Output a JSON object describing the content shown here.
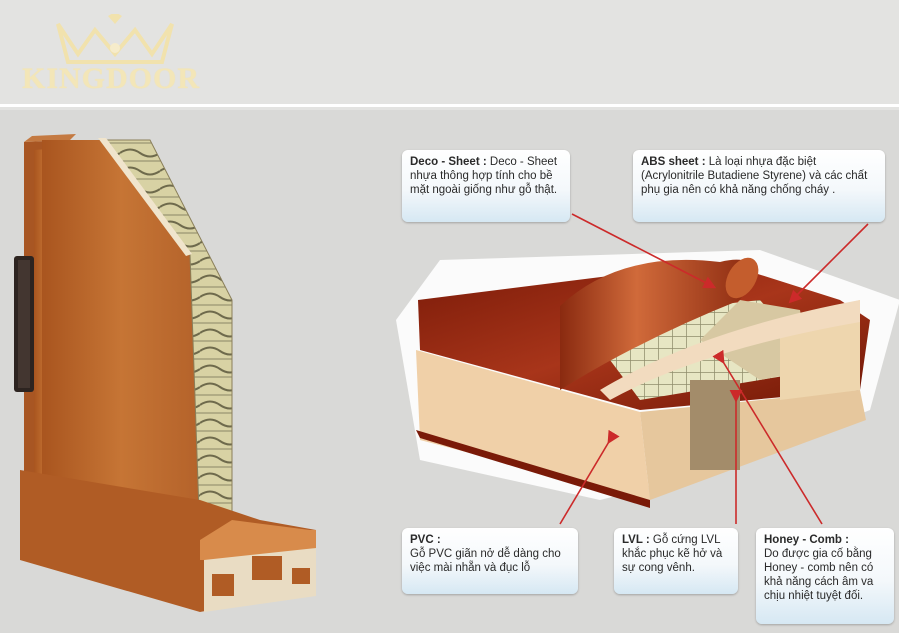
{
  "brand": {
    "logo_text": "KINGDOOR"
  },
  "labels": {
    "deco": {
      "title": "Deco - Sheet :",
      "body": "Deco - Sheet nhựa thông hợp tính cho bề mặt ngoài giống như gỗ thật."
    },
    "abs": {
      "title": "ABS sheet :",
      "body": "Là loại nhựa đặc biệt (Acrylonitrile Butadiene Styrene) và các chất phụ gia nên có khả năng chống cháy ."
    },
    "pvc": {
      "title": "PVC :",
      "body": "Gỗ PVC giãn nở dễ dàng cho việc mài nhẵn và đục lỗ"
    },
    "lvl": {
      "title": "LVL :",
      "body": "Gỗ cứng LVL khắc phục kẽ hở và sự cong vênh."
    },
    "honey": {
      "title": "Honey - Comb :",
      "body": "Do được gia cố bằng Honey - comb nên có khả năng cách âm va chịu nhiệt tuyệt đối."
    }
  },
  "colors": {
    "wood": "#b5622a",
    "arrow": "#cc2a2a",
    "board": "#edcfa8",
    "note_fill": "#e4f0f8"
  }
}
